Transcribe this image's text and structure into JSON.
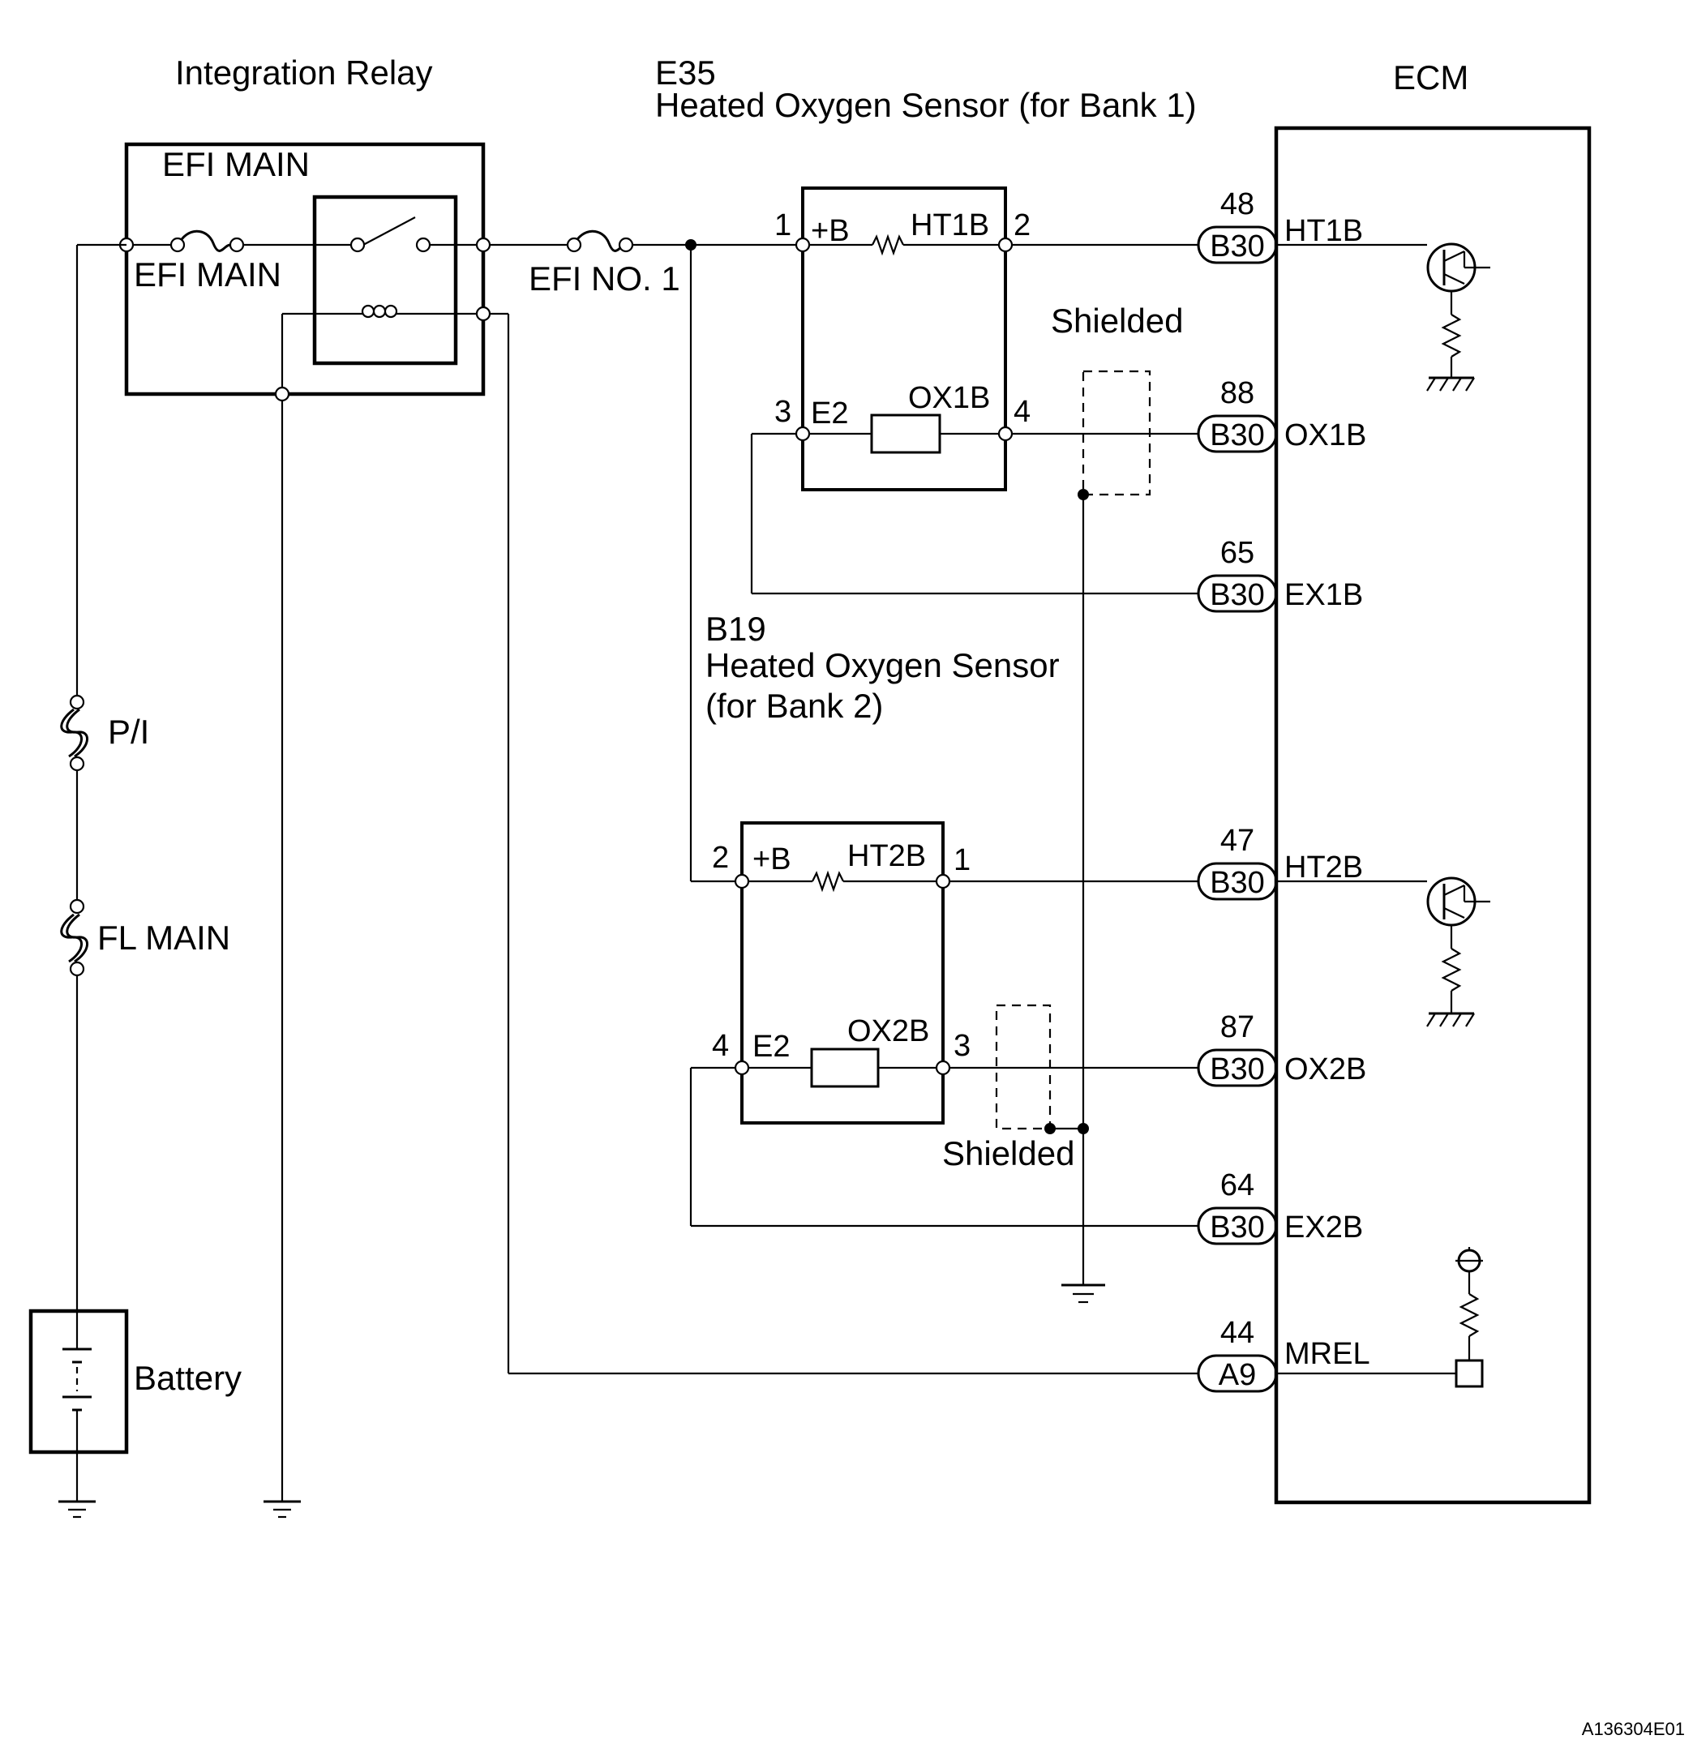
{
  "labels": {
    "integration_relay": "Integration Relay",
    "efi_main_relay": "EFI MAIN",
    "efi_main_fuse": "EFI MAIN",
    "efi_no1_fuse": "EFI NO. 1",
    "pi_fuse": "P/I",
    "fl_main_fuse": "FL MAIN",
    "battery": "Battery",
    "ecm": "ECM",
    "shielded_1": "Shielded",
    "shielded_2": "Shielded",
    "figure_id": "A136304E01"
  },
  "sensor_bank1": {
    "code": "E35",
    "name": "Heated Oxygen Sensor (for Bank 1)",
    "terminal_b": "+B",
    "terminal_ht": "HT1B",
    "terminal_e2": "E2",
    "terminal_ox": "OX1B",
    "pins": [
      "1",
      "2",
      "3",
      "4"
    ]
  },
  "sensor_bank2": {
    "code": "B19",
    "name_line1": "Heated Oxygen Sensor",
    "name_line2": "(for Bank 2)",
    "terminal_b": "+B",
    "terminal_ht": "HT2B",
    "terminal_e2": "E2",
    "terminal_ox": "OX2B",
    "pins": [
      "2",
      "1",
      "4",
      "3"
    ]
  },
  "ecm_connectors": [
    {
      "pin": "48",
      "connector": "B30",
      "signal": "HT1B"
    },
    {
      "pin": "88",
      "connector": "B30",
      "signal": "OX1B"
    },
    {
      "pin": "65",
      "connector": "B30",
      "signal": "EX1B"
    },
    {
      "pin": "47",
      "connector": "B30",
      "signal": "HT2B"
    },
    {
      "pin": "87",
      "connector": "B30",
      "signal": "OX2B"
    },
    {
      "pin": "64",
      "connector": "B30",
      "signal": "EX2B"
    },
    {
      "pin": "44",
      "connector": "A9",
      "signal": "MREL"
    }
  ]
}
